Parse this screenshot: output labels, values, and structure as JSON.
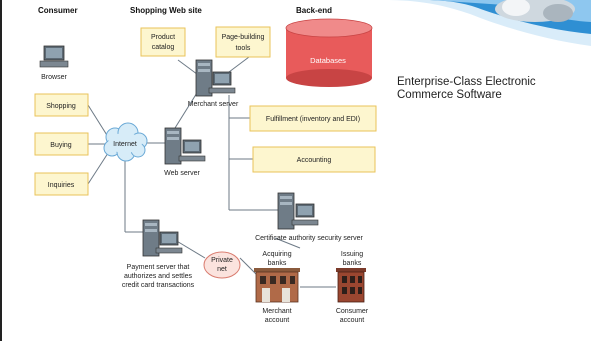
{
  "slide": {
    "side_text_line1": "Enterprise-Class Electronic",
    "side_text_line2": "Commerce Software",
    "colors": {
      "box_fill": "#fdf6cf",
      "box_stroke": "#e9c35a",
      "cloud_fill": "#d7ecf8",
      "cloud_stroke": "#6aa9d6",
      "private_fill": "#fbe3de",
      "private_stroke": "#d97b6e",
      "database_fill": "#e85b5b",
      "banner_blue": "#2f8fd3"
    }
  },
  "diagram": {
    "headers": {
      "consumer": "Consumer",
      "shopping": "Shopping Web site",
      "backend": "Back-end"
    },
    "browser": "Browser",
    "consumer_items": [
      "Shopping",
      "Buying",
      "Inquiries"
    ],
    "internet": "Internet",
    "product_catalog": [
      "Product",
      "catalog"
    ],
    "page_building": [
      "Page-building",
      "tools"
    ],
    "database": "Databases",
    "merchant_server": "Merchant server",
    "web_server": "Web server",
    "fulfillment": "Fulfillment (inventory and EDI)",
    "accounting": "Accounting",
    "cert_server": "Certificate authority security server",
    "payment_server": [
      "Payment server that",
      "authorizes and settles",
      "credit card transactions"
    ],
    "private_net": [
      "Private",
      "net"
    ],
    "acquiring_banks": [
      "Acquiring",
      "banks"
    ],
    "issuing_banks": [
      "Issuing",
      "banks"
    ],
    "merchant_account": [
      "Merchant",
      "account"
    ],
    "consumer_account": [
      "Consumer",
      "account"
    ]
  }
}
